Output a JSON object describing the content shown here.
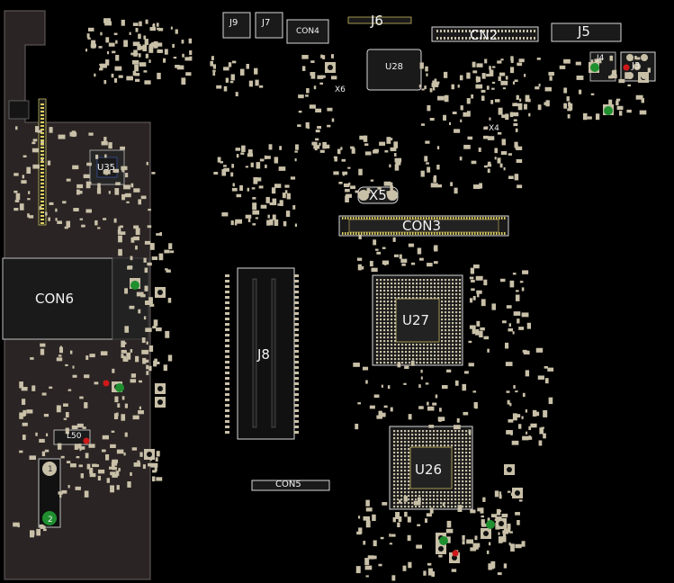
{
  "labels": {
    "j9": "J9",
    "j7": "J7",
    "con4": "CON4",
    "j6": "J6",
    "cn2": "CN2",
    "j5": "J5",
    "u28": "U28",
    "j4": "J4",
    "j3": "J3",
    "x6": "X6",
    "x4": "X4",
    "u35": "U35",
    "x5": "X5",
    "con3": "CON3",
    "con6": "CON6",
    "u27": "U27",
    "j8": "J8",
    "l50": "L50",
    "u26": "U26",
    "con5": "CON5",
    "pin1": "1",
    "pin2": "2"
  },
  "colors": {
    "background": "#000000",
    "board_panel": "#2a2424",
    "component_body": "#2c2c2c",
    "pad": "#c9c0a8",
    "pad_green": "#1f8f2f",
    "pad_red": "#d01818",
    "outline": "#d8d8d8",
    "pin_yellow": "#e0d060"
  }
}
